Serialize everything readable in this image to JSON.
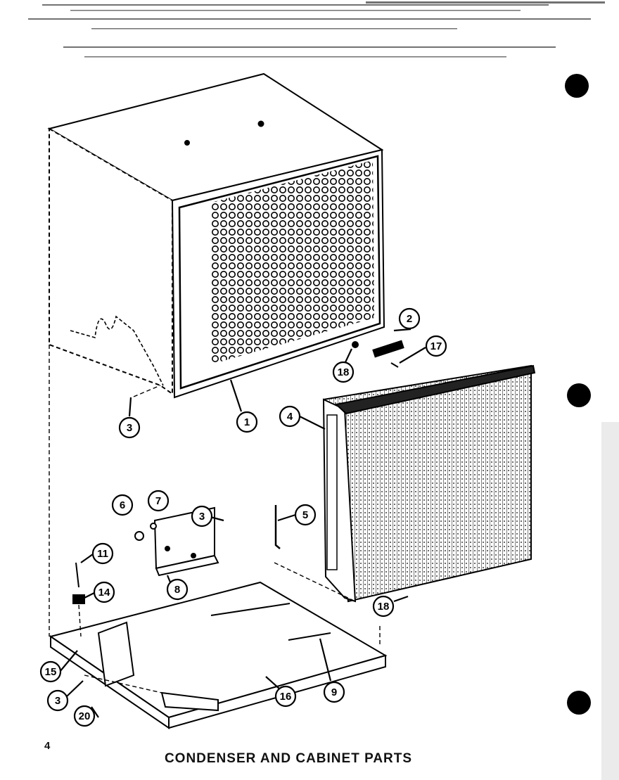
{
  "page_number": "4",
  "caption": "CONDENSER AND CABINET PARTS",
  "parts": {
    "cabinet_shell": "1",
    "fan_rail": "2",
    "screw_left": "3",
    "screw_bracket": "3",
    "screw_base": "3",
    "condenser_coil": "4",
    "coil_gasket": "5",
    "nut": "6",
    "lock_washer": "7",
    "mounting_bracket": "8",
    "drain_channel": "9",
    "shoulder_bolt": "11",
    "grommet": "14",
    "base_pan_support": "15",
    "base_pan": "16",
    "rail_screw": "17",
    "clip_top": "18",
    "clip_bottom": "18",
    "washer": "20"
  }
}
